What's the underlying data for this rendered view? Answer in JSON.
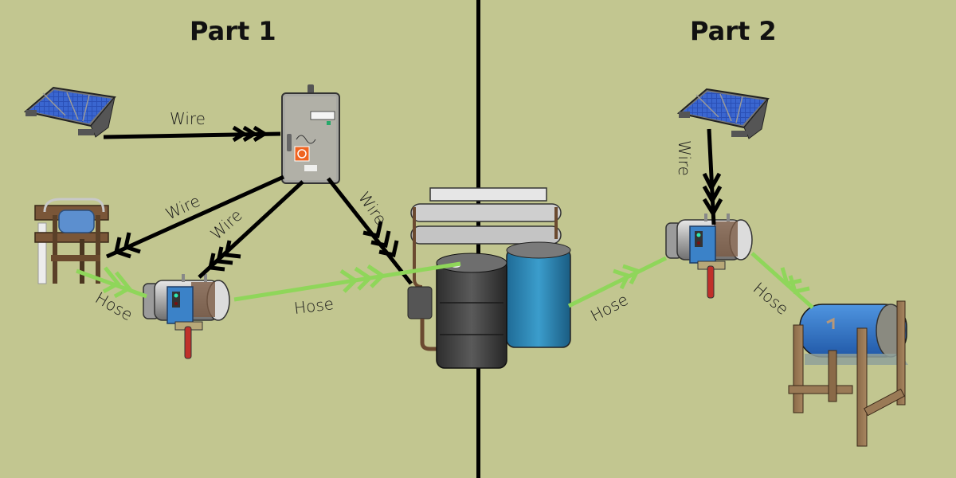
{
  "parts": [
    {
      "title": "Part 1"
    },
    {
      "title": "Part 2"
    }
  ],
  "labels": {
    "wire": "Wire",
    "hose": "Hose"
  },
  "colors": {
    "background": "#c2c690",
    "wire": "#000000",
    "hose": "#8fd65a",
    "divider": "#000000"
  },
  "part1": {
    "connections": [
      {
        "from": "solar-panel",
        "to": "electrical-branch",
        "type": "Wire"
      },
      {
        "from": "electrical-branch",
        "to": "water-pump",
        "type": "Wire"
      },
      {
        "from": "electrical-branch",
        "to": "fluid-switch-pump",
        "type": "Wire"
      },
      {
        "from": "electrical-branch",
        "to": "water-purifier",
        "type": "Wire"
      },
      {
        "from": "water-pump",
        "to": "fluid-switch-pump",
        "type": "Hose"
      },
      {
        "from": "fluid-switch-pump",
        "to": "water-purifier",
        "type": "Hose"
      }
    ]
  },
  "part2": {
    "connections": [
      {
        "from": "solar-panel",
        "to": "fluid-switch-pump",
        "type": "Wire"
      },
      {
        "from": "water-purifier",
        "to": "fluid-switch-pump",
        "type": "Hose"
      },
      {
        "from": "fluid-switch-pump",
        "to": "water-barrel",
        "type": "Hose"
      }
    ]
  }
}
